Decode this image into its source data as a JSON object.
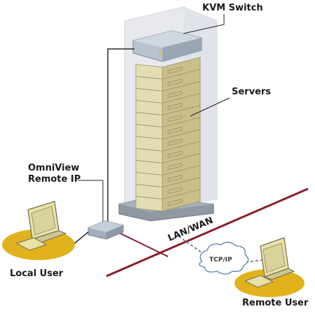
{
  "labels": {
    "kvm_switch": "KVM Switch",
    "servers": "Servers",
    "omniview_line1": "OmniView",
    "omniview_line2": "Remote IP",
    "lan_wan": "LAN/WAN",
    "tcp_ip": "TCP/IP",
    "local_user": "Local User",
    "remote_user": "Remote User"
  },
  "colors": {
    "server_body": "#e3ddb4",
    "server_shadow": "#c9bf8a",
    "rack_glass": "#e7e9ef",
    "kvm_switch": "#b8c3cf",
    "base": "#8f98a3",
    "network_line": "#8b1e2a",
    "leader_line": "#222222",
    "user_ellipse": "#e2b21c",
    "monitor": "#e9e1a6",
    "cloud_line": "#5b7ea8"
  },
  "server_units": 12
}
